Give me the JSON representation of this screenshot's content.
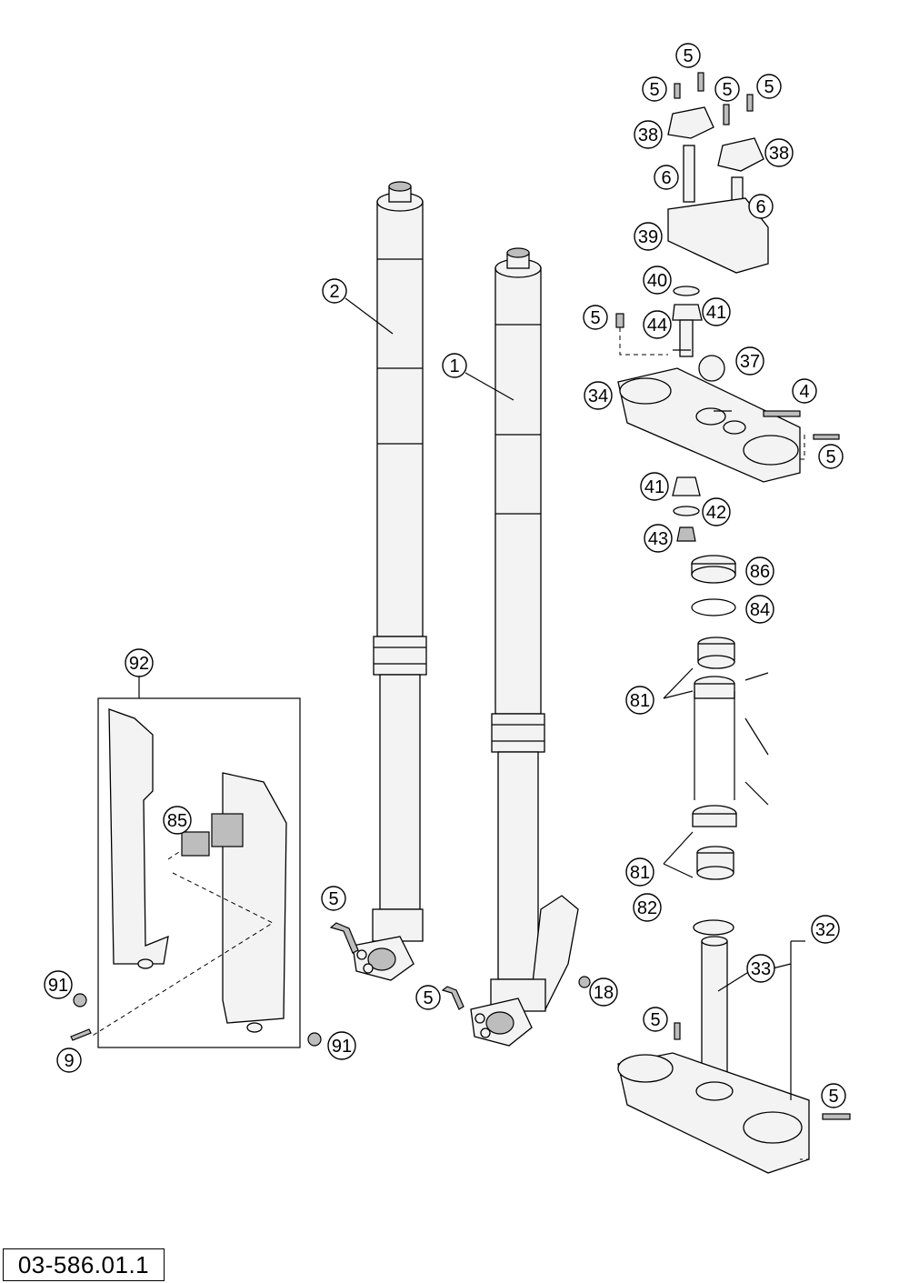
{
  "drawing_number": "03-586.01.1",
  "callouts": [
    {
      "id": "c-5-a",
      "label": "5"
    },
    {
      "id": "c-5-b",
      "label": "5"
    },
    {
      "id": "c-5-c",
      "label": "5"
    },
    {
      "id": "c-5-d",
      "label": "5"
    },
    {
      "id": "c-38-a",
      "label": "38"
    },
    {
      "id": "c-38-b",
      "label": "38"
    },
    {
      "id": "c-6-a",
      "label": "6"
    },
    {
      "id": "c-6-b",
      "label": "6"
    },
    {
      "id": "c-39",
      "label": "39"
    },
    {
      "id": "c-40",
      "label": "40"
    },
    {
      "id": "c-41-a",
      "label": "41"
    },
    {
      "id": "c-5-e",
      "label": "5"
    },
    {
      "id": "c-44",
      "label": "44"
    },
    {
      "id": "c-37",
      "label": "37"
    },
    {
      "id": "c-34",
      "label": "34"
    },
    {
      "id": "c-4",
      "label": "4"
    },
    {
      "id": "c-5-f",
      "label": "5"
    },
    {
      "id": "c-41-b",
      "label": "41"
    },
    {
      "id": "c-42",
      "label": "42"
    },
    {
      "id": "c-43",
      "label": "43"
    },
    {
      "id": "c-86",
      "label": "86"
    },
    {
      "id": "c-84",
      "label": "84"
    },
    {
      "id": "c-81-a",
      "label": "81"
    },
    {
      "id": "c-81-b",
      "label": "81"
    },
    {
      "id": "c-82",
      "label": "82"
    },
    {
      "id": "c-32",
      "label": "32"
    },
    {
      "id": "c-33",
      "label": "33"
    },
    {
      "id": "c-5-g",
      "label": "5"
    },
    {
      "id": "c-5-h",
      "label": "5"
    },
    {
      "id": "c-2",
      "label": "2"
    },
    {
      "id": "c-1",
      "label": "1"
    },
    {
      "id": "c-92",
      "label": "92"
    },
    {
      "id": "c-85",
      "label": "85"
    },
    {
      "id": "c-5-i",
      "label": "5"
    },
    {
      "id": "c-5-j",
      "label": "5"
    },
    {
      "id": "c-18",
      "label": "18"
    },
    {
      "id": "c-91-a",
      "label": "91"
    },
    {
      "id": "c-9",
      "label": "9"
    },
    {
      "id": "c-91-b",
      "label": "91"
    }
  ]
}
